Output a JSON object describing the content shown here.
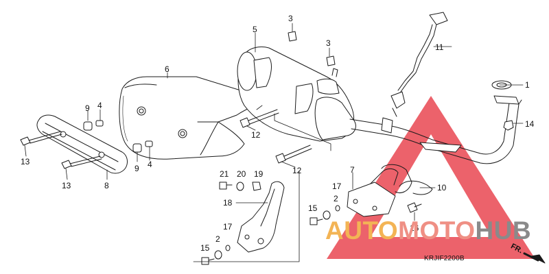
{
  "diagram": {
    "part_numbers": [
      "1",
      "2",
      "3",
      "4",
      "5",
      "6",
      "7",
      "8",
      "9",
      "10",
      "11",
      "12",
      "13",
      "14",
      "15",
      "16",
      "17",
      "18",
      "19",
      "20",
      "21"
    ],
    "diagram_code": "KRJIF2200B",
    "direction_marker": "FR.",
    "watermark": {
      "part1": "AUTO",
      "part2": "MOTO",
      "part3": "HUB"
    },
    "colors": {
      "line": "#1a1a1a",
      "watermark_red": "#e8404a",
      "watermark_orange": "#f3b455",
      "watermark_pink": "#ef8f84",
      "watermark_gray": "#8a8a8a"
    },
    "callouts": [
      {
        "id": "c1",
        "label": "1"
      },
      {
        "id": "c2a",
        "label": "2"
      },
      {
        "id": "c2b",
        "label": "2"
      },
      {
        "id": "c3a",
        "label": "3"
      },
      {
        "id": "c3b",
        "label": "3"
      },
      {
        "id": "c4a",
        "label": "4"
      },
      {
        "id": "c4b",
        "label": "4"
      },
      {
        "id": "c5",
        "label": "5"
      },
      {
        "id": "c6",
        "label": "6"
      },
      {
        "id": "c7",
        "label": "7"
      },
      {
        "id": "c8",
        "label": "8"
      },
      {
        "id": "c9a",
        "label": "9"
      },
      {
        "id": "c9b",
        "label": "9"
      },
      {
        "id": "c10",
        "label": "10"
      },
      {
        "id": "c11",
        "label": "11"
      },
      {
        "id": "c12a",
        "label": "12"
      },
      {
        "id": "c12b",
        "label": "12"
      },
      {
        "id": "c13a",
        "label": "13"
      },
      {
        "id": "c13b",
        "label": "13"
      },
      {
        "id": "c14",
        "label": "14"
      },
      {
        "id": "c15a",
        "label": "15"
      },
      {
        "id": "c15b",
        "label": "15"
      },
      {
        "id": "c16",
        "label": "16"
      },
      {
        "id": "c17a",
        "label": "17"
      },
      {
        "id": "c17b",
        "label": "17"
      },
      {
        "id": "c18",
        "label": "18"
      },
      {
        "id": "c19",
        "label": "19"
      },
      {
        "id": "c20",
        "label": "20"
      },
      {
        "id": "c21",
        "label": "21"
      }
    ]
  }
}
